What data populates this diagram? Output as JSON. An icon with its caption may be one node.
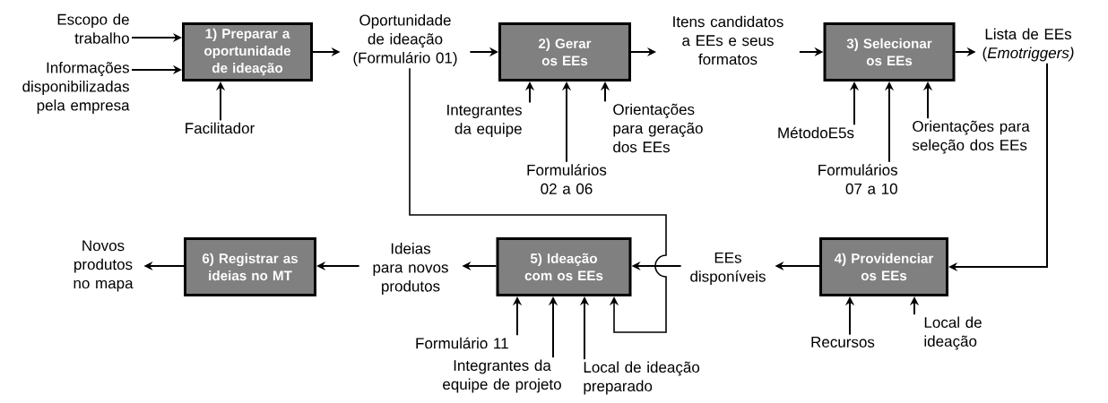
{
  "diagram": {
    "nodes": [
      {
        "text": [
          "Escopo de trabalho"
        ]
      },
      {
        "text": [
          "Informações disponibilizadas pela empresa"
        ]
      },
      {
        "text": [
          "1) Preparar a oportunidade de ideação"
        ]
      },
      {
        "text": [
          "Facilitador"
        ]
      },
      {
        "text": [
          "Oportunidade de ideação (Formulário 01)"
        ]
      },
      {
        "text": [
          "2) Gerar os EEs"
        ]
      },
      {
        "text": [
          "Integrantes da equipe"
        ]
      },
      {
        "text": [
          "Formulários 02 a 06"
        ]
      },
      {
        "text": [
          "Orientações para geração dos EEs"
        ]
      },
      {
        "text": [
          "Itens candidatos a EEs e seus formatos"
        ]
      },
      {
        "text": [
          "3) Selecionar os EEs"
        ]
      },
      {
        "text": [
          "MétodoE5s"
        ]
      },
      {
        "text": [
          "Formulários 07 a 10"
        ]
      },
      {
        "text": [
          "Orientações para seleção dos EEs"
        ]
      },
      {
        "text": [
          "Lista de EEs (*Emotriggers)*"
        ]
      },
      {
        "text": [
          "Novos produtos no mapa"
        ]
      },
      {
        "text": [
          "6) Registrar as ideias no MT"
        ]
      },
      {
        "text": [
          "Ideias para novos produtos"
        ]
      },
      {
        "text": [
          "5) Ideação com os EEs"
        ]
      },
      {
        "text": [
          "EEs disponíveis"
        ]
      },
      {
        "text": [
          "4) Providenciar os EEs"
        ]
      },
      {
        "text": [
          "Formulário 11"
        ]
      },
      {
        "text": [
          "Integrantes da equipe de projeto"
        ]
      },
      {
        "text": [
          "Local de ideação preparado"
        ]
      },
      {
        "text": [
          "Recursos"
        ]
      },
      {
        "text": [
          "Local de ideação"
        ]
      }
    ],
    "edges": [
      {
        "from": 0,
        "to": 2,
        "arrow": "to"
      },
      {
        "from": 1,
        "to": 2,
        "arrow": "to"
      },
      {
        "from": 3,
        "to": 2,
        "arrow": "to"
      },
      {
        "from": 2,
        "to": 4,
        "arrow": "to"
      },
      {
        "from": 4,
        "to": 5,
        "arrow": "to"
      },
      {
        "from": 6,
        "to": 5,
        "arrow": "to"
      },
      {
        "from": 7,
        "to": 5,
        "arrow": "to"
      },
      {
        "from": 8,
        "to": 5,
        "arrow": "to"
      },
      {
        "from": 5,
        "to": 9,
        "arrow": "to"
      },
      {
        "from": 9,
        "to": 10,
        "arrow": "to"
      },
      {
        "from": 11,
        "to": 10,
        "arrow": "to"
      },
      {
        "from": 12,
        "to": 10,
        "arrow": "to"
      },
      {
        "from": 13,
        "to": 10,
        "arrow": "to"
      },
      {
        "from": 10,
        "to": 14,
        "arrow": "to"
      },
      {
        "from": 14,
        "to": 20,
        "arrow": "to"
      },
      {
        "from": 24,
        "to": 20,
        "arrow": "to"
      },
      {
        "from": 25,
        "to": 20,
        "arrow": "to"
      },
      {
        "from": 20,
        "to": 19,
        "arrow": "to"
      },
      {
        "from": 19,
        "to": 18,
        "arrow": "to"
      },
      {
        "from": 4,
        "to": 18,
        "arrow": "to"
      },
      {
        "from": 21,
        "to": 18,
        "arrow": "to"
      },
      {
        "from": 22,
        "to": 18,
        "arrow": "to"
      },
      {
        "from": 23,
        "to": 18,
        "arrow": "to"
      },
      {
        "from": 18,
        "to": 17,
        "arrow": "to"
      },
      {
        "from": 17,
        "to": 16,
        "arrow": "to"
      },
      {
        "from": 16,
        "to": 15,
        "arrow": "to"
      }
    ]
  }
}
